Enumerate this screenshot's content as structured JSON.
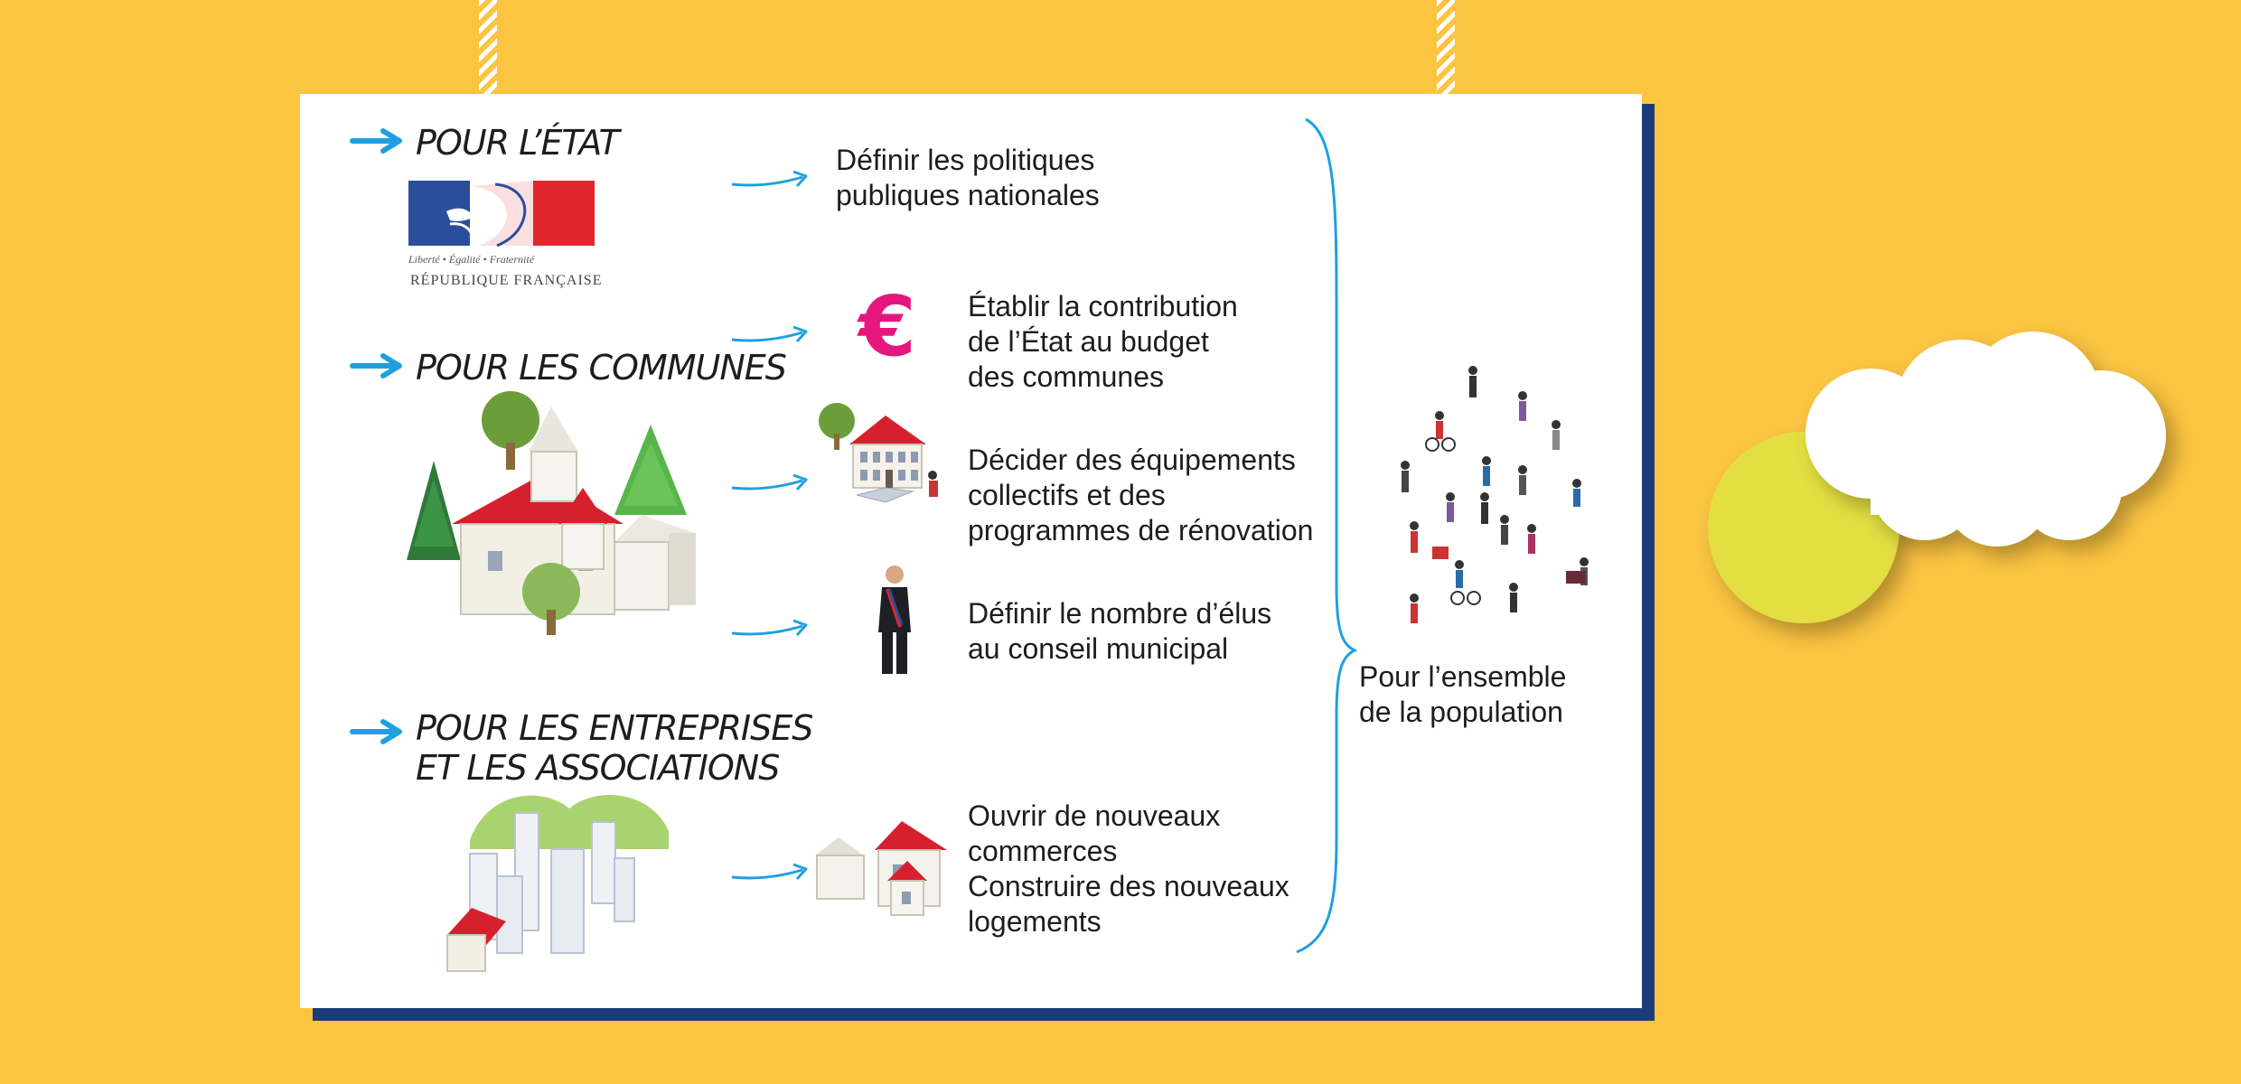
{
  "sections": [
    {
      "title_lines": [
        "POUR L’ÉTAT"
      ]
    },
    {
      "title_lines": [
        "POUR LES COMMUNES"
      ]
    },
    {
      "title_lines": [
        "POUR LES ENTREPRISES",
        "ET LES ASSOCIATIONS"
      ]
    }
  ],
  "logo": {
    "motto": "Liberté • Égalité • Fraternité",
    "name": "RÉPUBLIQUE FRANÇAISE"
  },
  "items": [
    {
      "lines": [
        "Définir les politiques",
        "publiques nationales"
      ]
    },
    {
      "lines": [
        "Établir la contribution",
        "de l’État au budget",
        "des communes"
      ]
    },
    {
      "lines": [
        "Décider des équipements",
        "collectifs et des",
        "programmes de rénovation"
      ]
    },
    {
      "lines": [
        "Définir le nombre d’élus",
        "au conseil municipal"
      ]
    },
    {
      "lines": [
        "Ouvrir de nouveaux",
        "commerces",
        "Construire des nouveaux",
        "logements"
      ]
    }
  ],
  "population": {
    "lines": [
      "Pour l’ensemble",
      "de la population"
    ]
  },
  "euro_symbol": "€",
  "colors": {
    "background": "#fbc441",
    "panel_shadow": "#1a3d79",
    "arrow": "#1ea0e0",
    "euro": "#e5177e",
    "roof": "#d7202e",
    "sun": "#e3df42"
  }
}
